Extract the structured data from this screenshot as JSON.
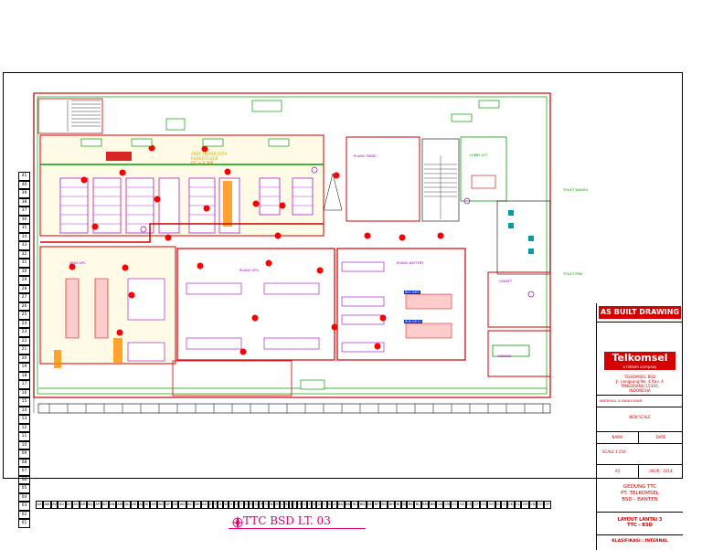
{
  "title_block": {
    "heading": "AS BUILT DRAWING",
    "logo_text": "Telkomsel",
    "logo_sub": "a telkom company",
    "address": [
      "TELKOMSEL BSD",
      "Jl. Lengkong No. 4 Kav. 4",
      "TANGERANG 15310,",
      "INDONESIA"
    ],
    "owner_line": "MATERIAL & BANGUNAN",
    "drawn_label": "NAMA",
    "sign_label": "DATE",
    "date_val": "NEW SCALE",
    "scale_val": "SCALE 1:250",
    "paper": "A3",
    "paper_size": "UKUR : 2014",
    "project": [
      "GEDUNG TTC",
      "PT. TELKOMSEL",
      "BSD - BANTEN"
    ],
    "layout_title": [
      "LAYOUT LANTAI 3",
      "TTC - BSD"
    ],
    "classification": "KLASIFIKASI : INTERNAL"
  },
  "plan": {
    "title": "TTC BSD LT. 03",
    "area_raised": [
      "AREA SERVER DATA",
      "RAISED FLOOR"
    ],
    "area_raised_elev": "FFL + 0.300",
    "rooms": {
      "ruang_panel": "RUANG PANEL",
      "lobby": "LOBBY LIFT",
      "toilet_pria": "TOILET PRIA",
      "toilet_wanita": "TOILET WANITA",
      "ruang_ups": "RUANG UPS",
      "area_ups": "AREA UPS",
      "ruang_batre": "RUANG BATTERY",
      "genset": "GENSET",
      "gudang": "GUDANG"
    },
    "rack_labels": [
      "BH1-BH5",
      "BH6-BH10"
    ],
    "grid_rows": [
      "41",
      "40",
      "39",
      "38",
      "37",
      "36",
      "35",
      "34",
      "33",
      "32",
      "31",
      "30",
      "29",
      "28",
      "27",
      "26",
      "25",
      "24",
      "23",
      "22",
      "21",
      "20",
      "19",
      "18",
      "17",
      "16",
      "15",
      "14",
      "13",
      "12",
      "11",
      "10",
      "09",
      "08",
      "07",
      "06",
      "05",
      "04",
      "03",
      "02",
      "01"
    ],
    "grid_cols": [
      "AX",
      "AW",
      "AV",
      "AU",
      "AT",
      "AS",
      "AR",
      "AQ",
      "AP",
      "AO",
      "AN",
      "AM",
      "AL",
      "AK",
      "AJ",
      "AI",
      "AH",
      "AG",
      "AF",
      "AE",
      "AD",
      "AC",
      "AB",
      "AA",
      "Z",
      "Y",
      "X",
      "W",
      "V",
      "U",
      "T",
      "S",
      "R",
      "Q",
      "P",
      "O",
      "N",
      "M",
      "L",
      "K",
      "J",
      "I",
      "H",
      "G",
      "F",
      "E",
      "D",
      "C",
      "B",
      "A",
      "BA",
      "BB",
      "BC",
      "BD",
      "BE",
      "BF",
      "BG",
      "BH",
      "BI",
      "BJ",
      "BK",
      "BL",
      "BM",
      "BN",
      "CA",
      "CB",
      "CC",
      "CD",
      "CE",
      "CF",
      "CG",
      "CH",
      "CI",
      "CJ",
      "CK",
      "CL",
      "CM",
      "CN",
      "CO",
      "CP"
    ],
    "colors": {
      "wall": "#d00000",
      "green": "#00a000",
      "purple": "#a000c0",
      "blue": "#0030ff",
      "yellow": "#e6c800",
      "orange": "#ff8c00",
      "magenta": "#e0006e"
    }
  }
}
